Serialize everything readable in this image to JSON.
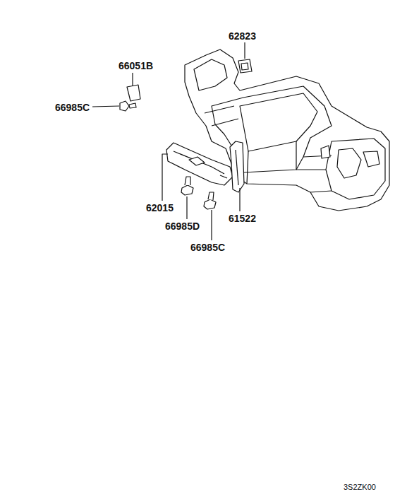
{
  "diagram": {
    "labels": [
      "62823",
      "66051B",
      "66985C",
      "62015",
      "66985D",
      "61522",
      "66985C",
      "3S2ZK00"
    ]
  }
}
